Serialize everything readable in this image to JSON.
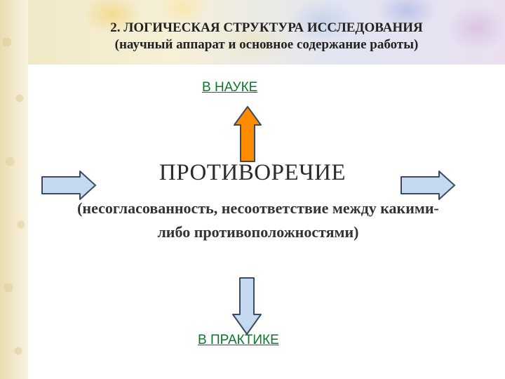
{
  "slide": {
    "title": "2. ЛОГИЧЕСКАЯ СТРУКТУРА ИССЛЕДОВАНИЯ",
    "subtitle": "(научный аппарат и основное содержание работы)"
  },
  "diagram": {
    "top_label": "В  НАУКЕ",
    "center_term": "ПРОТИВОРЕЧИЕ",
    "explanation_line1": "(несогласованность, несоответствие между какими-",
    "explanation_line2": "либо противоположностями)",
    "bottom_label": "В  ПРАКТИКЕ"
  },
  "colors": {
    "up_arrow": "#ff8c00",
    "side_arrows": "#c5d9f1",
    "down_arrow": "#c5d9f1",
    "label_green": "#0a7a2a"
  }
}
